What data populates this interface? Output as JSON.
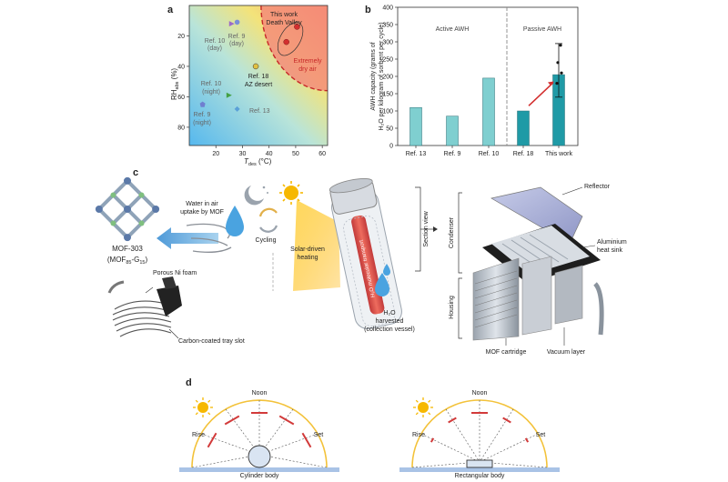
{
  "panels": {
    "a": "a",
    "b": "b",
    "c": "c",
    "d": "d"
  },
  "panel_a": {
    "y_axis_label": "RH",
    "y_axis_label_sub": "abs",
    "y_axis_unit": " (%)",
    "x_axis_label": "T",
    "x_axis_label_sub": "des",
    "x_axis_unit": " (°C)",
    "x_ticks": [
      "20",
      "30",
      "40",
      "50",
      "60"
    ],
    "y_ticks": [
      "20",
      "40",
      "60",
      "80"
    ],
    "region_label_line1": "Extremely",
    "region_label_line2": "dry air",
    "points": [
      {
        "label_line1": "This work",
        "label_line2": "Death Valley",
        "x": 48,
        "y": 22
      },
      {
        "label_line1": "Ref. 10",
        "label_line2": "(day)",
        "x": 26,
        "y": 12
      },
      {
        "label_line1": "Ref. 9",
        "label_line2": "(day)",
        "x": 28,
        "y": 11
      },
      {
        "label_line1": "Ref. 18",
        "label_line2": "AZ desert",
        "x": 35,
        "y": 40
      },
      {
        "label_line1": "Ref. 10",
        "label_line2": "(night)",
        "x": 25,
        "y": 59
      },
      {
        "label_line1": "Ref. 9",
        "label_line2": "(night)",
        "x": 15,
        "y": 65
      },
      {
        "label_line1": "Ref. 13",
        "label_line2": "",
        "x": 28,
        "y": 68
      }
    ],
    "colors": {
      "this_work": "#d32f2f",
      "ref10_day": "#9c6bc9",
      "ref9_day": "#7b8fd6",
      "ref18": "#e0c040",
      "ref10_night": "#44a044",
      "ref9_night": "#6f7fd0",
      "ref13": "#5aa0d8"
    }
  },
  "chart_data": {
    "type": "bar",
    "title": "",
    "ylabel_line1": "AWH capacity (grams of",
    "ylabel_line2": "H₂O per kilogram of sorbent per cycle)",
    "categories": [
      "Ref. 13",
      "Ref. 9",
      "Ref. 10",
      "Ref. 18",
      "This work"
    ],
    "values": [
      110,
      85,
      195,
      100,
      205
    ],
    "y_ticks": [
      "0",
      "50",
      "100",
      "150",
      "200",
      "250",
      "300",
      "350",
      "400"
    ],
    "ylim": [
      0,
      400
    ],
    "groups": [
      {
        "name": "Active AWH",
        "categories": [
          "Ref. 13",
          "Ref. 9",
          "Ref. 10"
        ]
      },
      {
        "name": "Passive AWH",
        "categories": [
          "Ref. 18",
          "This work"
        ]
      }
    ],
    "error_bar": {
      "category": "This work",
      "low": 140,
      "high": 295
    },
    "colors": {
      "active": "#7fcfd0",
      "passive": "#1f9aa6",
      "arrow": "#d32f2f"
    }
  },
  "panel_c": {
    "mof_name": "MOF-303",
    "mof_formula": "(MOF",
    "mof_formula_sub1": "85",
    "mof_formula_mid": "-G",
    "mof_formula_sub2": "15",
    "mof_formula_end": ")",
    "uptake_line1": "Water in air",
    "uptake_line2": "uptake by MOF",
    "cycling": "Cycling",
    "solar_line1": "Solar-driven",
    "solar_line2": "heating",
    "porous_foam": "Porous Ni foam",
    "tray_slot": "Carbon-coated tray slot",
    "tube_text": "H₂O molecular transport",
    "harvested_line1": "H₂O",
    "harvested_line2": "harvested",
    "harvested_line3": "(collection vessel)",
    "section_view": "Section view",
    "condenser": "Condenser",
    "housing": "Housing",
    "reflector": "Reflector",
    "heat_sink_line1": "Aluminium",
    "heat_sink_line2": "heat sink",
    "mof_cartridge": "MOF cartridge",
    "vacuum_layer": "Vacuum layer"
  },
  "panel_d": {
    "left": {
      "noon": "Noon",
      "rise": "Rise",
      "set": "Set",
      "body": "Cylinder body"
    },
    "right": {
      "noon": "Noon",
      "rise": "Rise",
      "set": "Set",
      "body": "Rectangular body"
    }
  }
}
